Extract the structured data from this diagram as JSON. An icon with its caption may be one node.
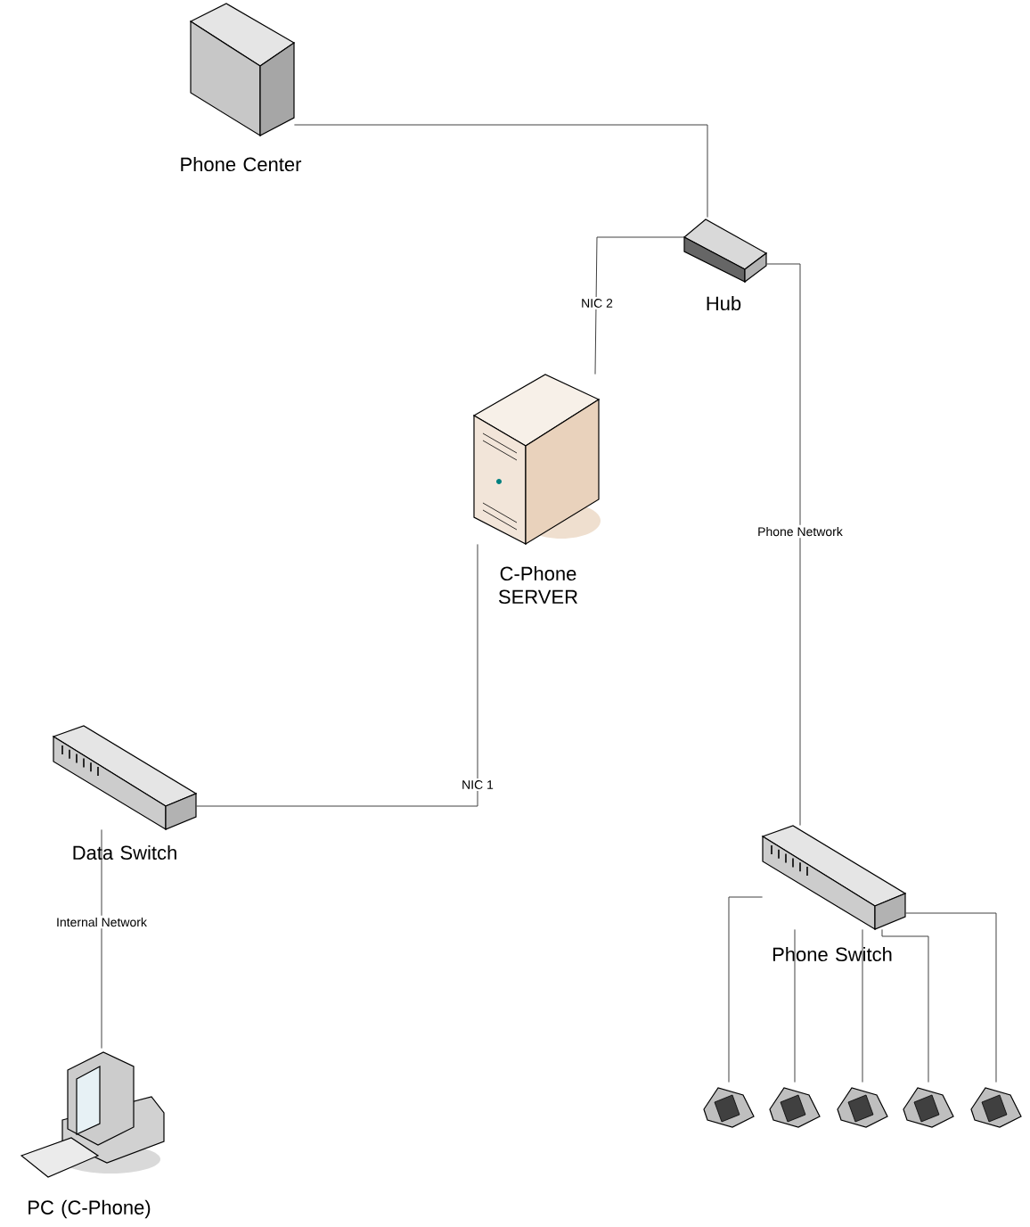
{
  "diagram": {
    "nodes": [
      {
        "text": [
          "Phone Center"
        ]
      },
      {
        "text": [
          "Hub"
        ]
      },
      {
        "text": [
          "C-Phone SERVER"
        ]
      },
      {
        "text": [
          "Data Switch"
        ]
      },
      {
        "text": [
          "Phone Switch"
        ]
      },
      {
        "text": [
          "PC (C-Phone)"
        ]
      },
      {
        "text": [],
        "shape": "picture"
      },
      {
        "text": [],
        "shape": "picture"
      },
      {
        "text": [],
        "shape": "picture"
      },
      {
        "text": [],
        "shape": "picture"
      },
      {
        "text": [],
        "shape": "picture"
      }
    ],
    "edges": [
      {
        "from": 0,
        "to": 1,
        "arrow": "none"
      },
      {
        "from": 1,
        "to": 2,
        "arrow": "none",
        "label": "NIC 2"
      },
      {
        "from": 1,
        "to": 4,
        "arrow": "none",
        "label": "Phone Network"
      },
      {
        "from": 2,
        "to": 3,
        "arrow": "none",
        "label": "NIC 1"
      },
      {
        "from": 3,
        "to": 5,
        "arrow": "none",
        "label": "Internal Network"
      },
      {
        "from": 4,
        "to": 6,
        "arrow": "none"
      },
      {
        "from": 4,
        "to": 7,
        "arrow": "none"
      },
      {
        "from": 4,
        "to": 8,
        "arrow": "none"
      },
      {
        "from": 4,
        "to": 9,
        "arrow": "none"
      },
      {
        "from": 4,
        "to": 10,
        "arrow": "none"
      }
    ]
  }
}
